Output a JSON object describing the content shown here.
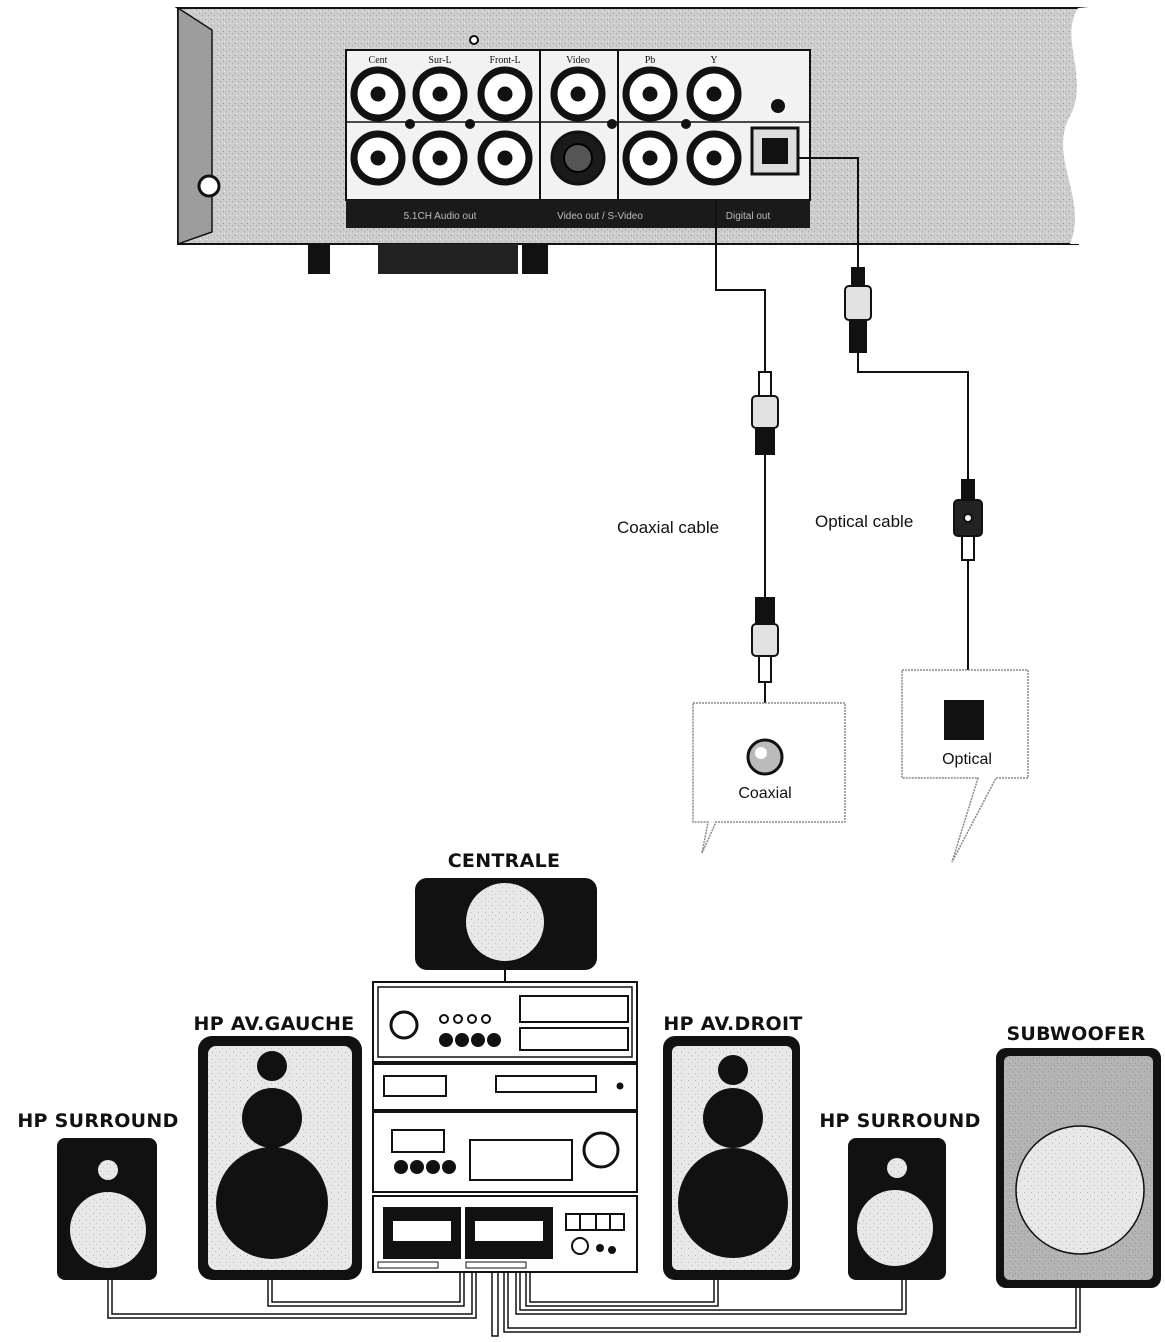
{
  "player": {
    "jacks_top": [
      "Cent",
      "Sur-L",
      "Front-L",
      "Video",
      "Pb",
      "Y"
    ],
    "group_labels": [
      "5.1CH Audio out",
      "Video out / S-Video",
      "Digital out"
    ]
  },
  "cables": {
    "coaxial_label": "Coaxial cable",
    "optical_label": "Optical cable"
  },
  "callouts": {
    "coaxial": "Coaxial",
    "optical": "Optical"
  },
  "speakers": {
    "center": "CENTRALE",
    "front_left": "HP AV.GAUCHE",
    "front_right": "HP AV.DROIT",
    "surround_left": "HP SURROUND",
    "surround_right": "HP SURROUND",
    "subwoofer": "SUBWOOFER"
  },
  "colors": {
    "ink": "#111111",
    "panel_gray": "#cfcfcf",
    "cone_light": "#e6e6e6"
  }
}
